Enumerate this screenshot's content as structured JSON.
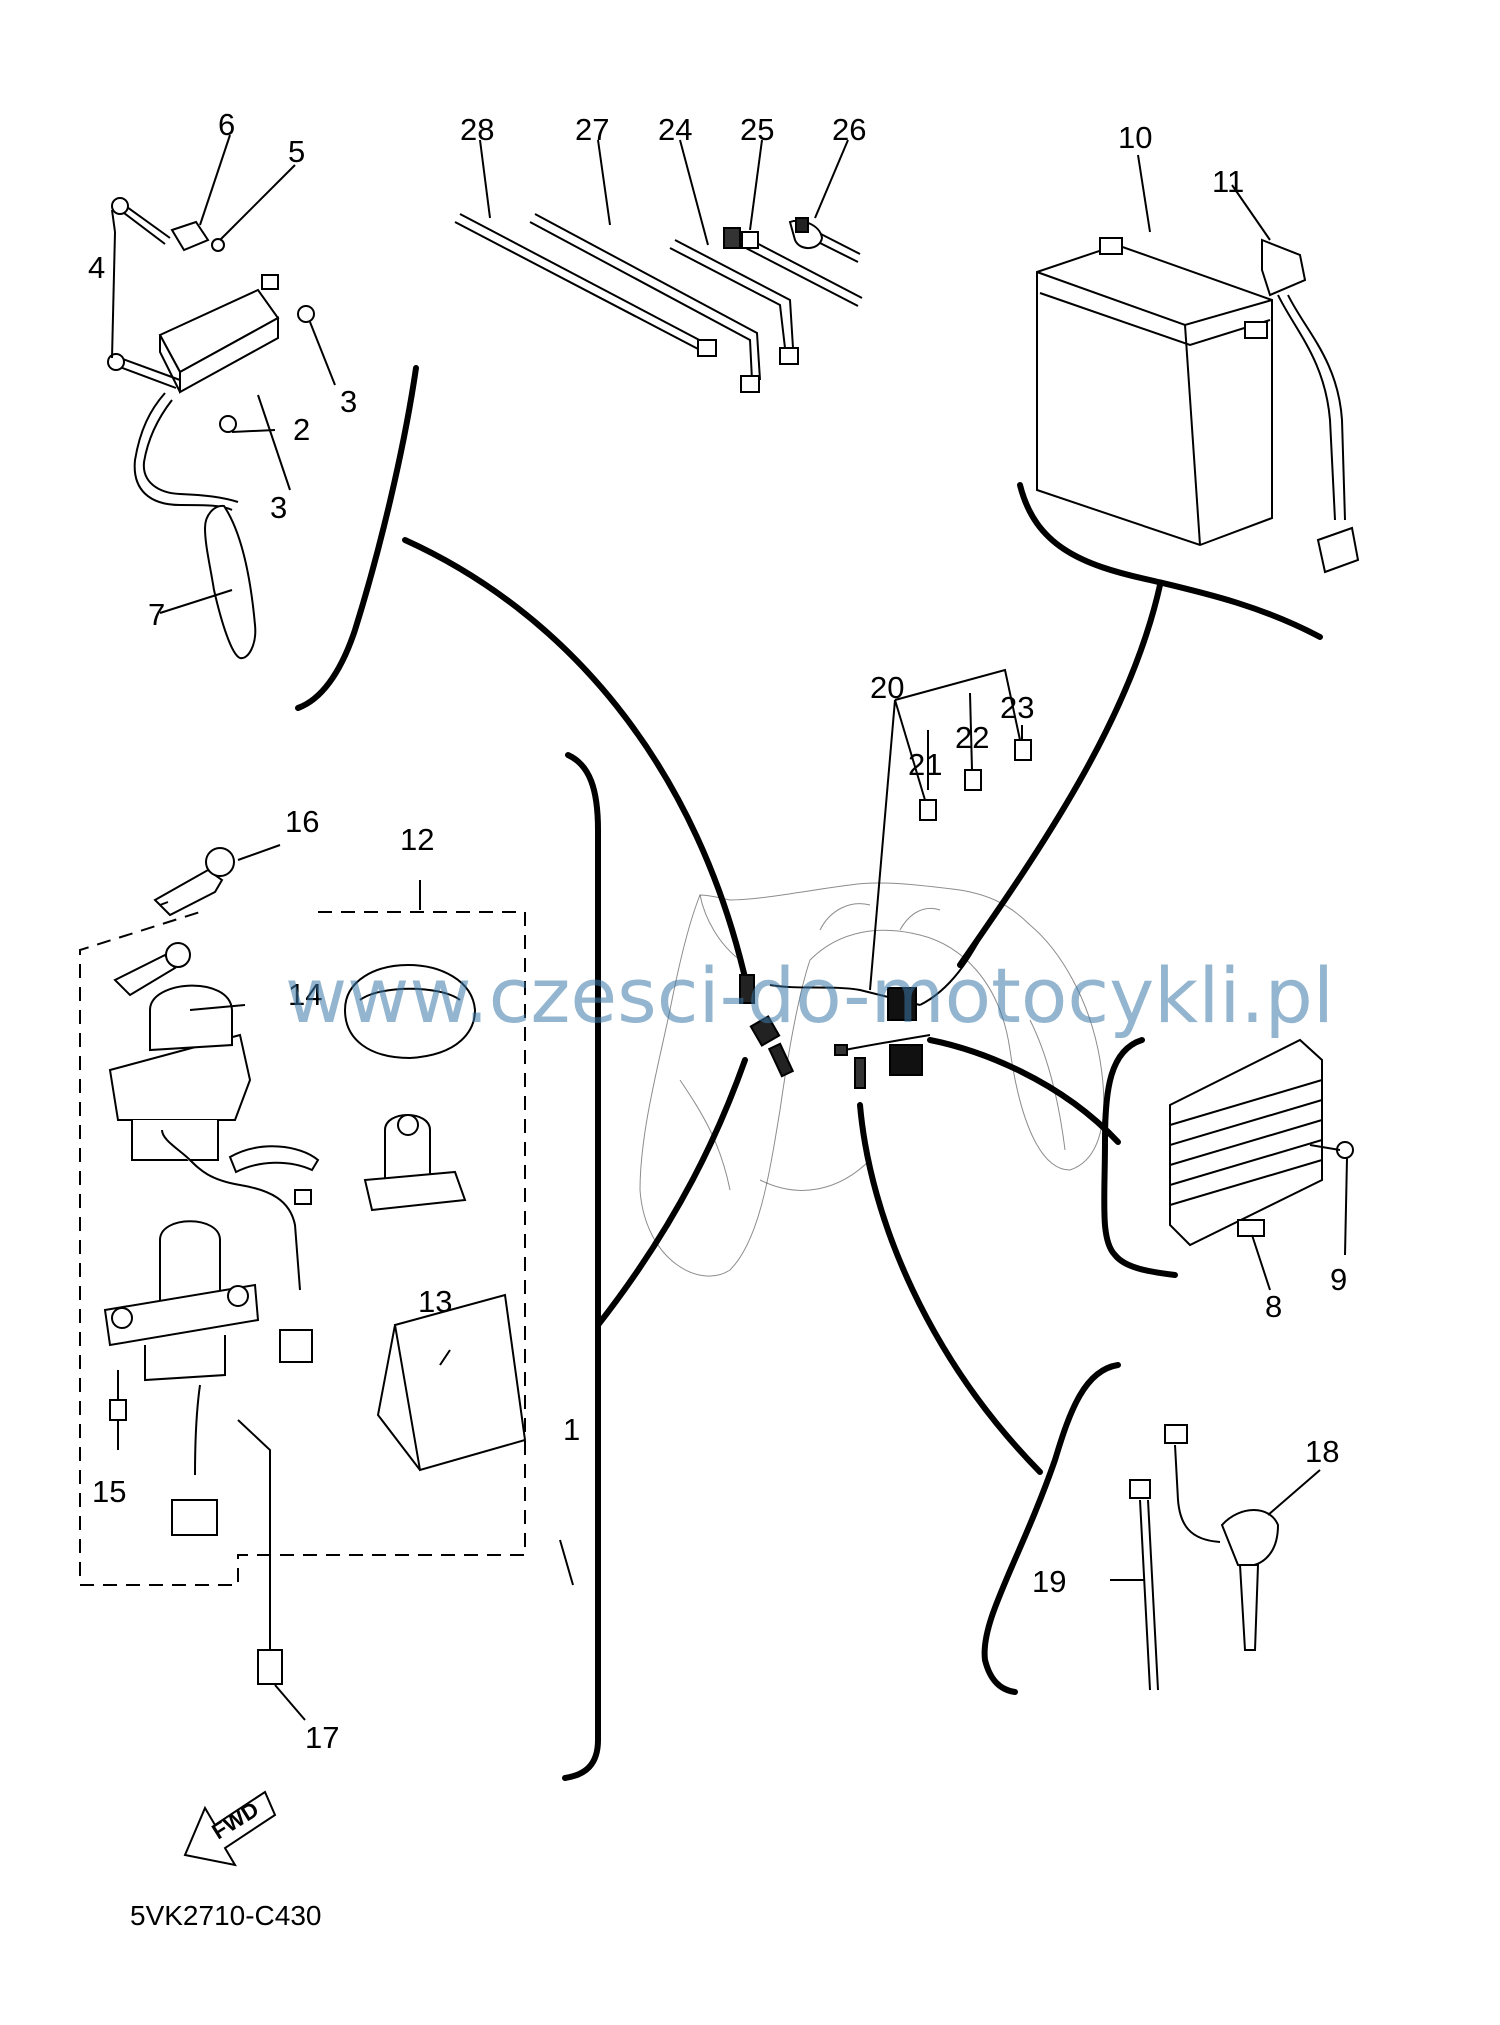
{
  "diagram": {
    "callouts": [
      {
        "id": "1",
        "label": "1"
      },
      {
        "id": "2",
        "label": "2"
      },
      {
        "id": "3a",
        "label": "3"
      },
      {
        "id": "3b",
        "label": "3"
      },
      {
        "id": "4",
        "label": "4"
      },
      {
        "id": "5",
        "label": "5"
      },
      {
        "id": "6",
        "label": "6"
      },
      {
        "id": "7",
        "label": "7"
      },
      {
        "id": "8",
        "label": "8"
      },
      {
        "id": "9",
        "label": "9"
      },
      {
        "id": "10",
        "label": "10"
      },
      {
        "id": "11",
        "label": "11"
      },
      {
        "id": "12",
        "label": "12"
      },
      {
        "id": "13",
        "label": "13"
      },
      {
        "id": "14",
        "label": "14"
      },
      {
        "id": "15",
        "label": "15"
      },
      {
        "id": "16",
        "label": "16"
      },
      {
        "id": "17",
        "label": "17"
      },
      {
        "id": "18",
        "label": "18"
      },
      {
        "id": "19",
        "label": "19"
      },
      {
        "id": "20",
        "label": "20"
      },
      {
        "id": "21",
        "label": "21"
      },
      {
        "id": "22",
        "label": "22"
      },
      {
        "id": "23",
        "label": "23"
      },
      {
        "id": "24",
        "label": "24"
      },
      {
        "id": "25",
        "label": "25"
      },
      {
        "id": "26",
        "label": "26"
      },
      {
        "id": "27",
        "label": "27"
      },
      {
        "id": "28",
        "label": "28"
      }
    ],
    "watermark": "www.czesci-do-motocykli.pl",
    "fwd_label": "FWD",
    "diagram_code": "5VK2710-C430"
  }
}
